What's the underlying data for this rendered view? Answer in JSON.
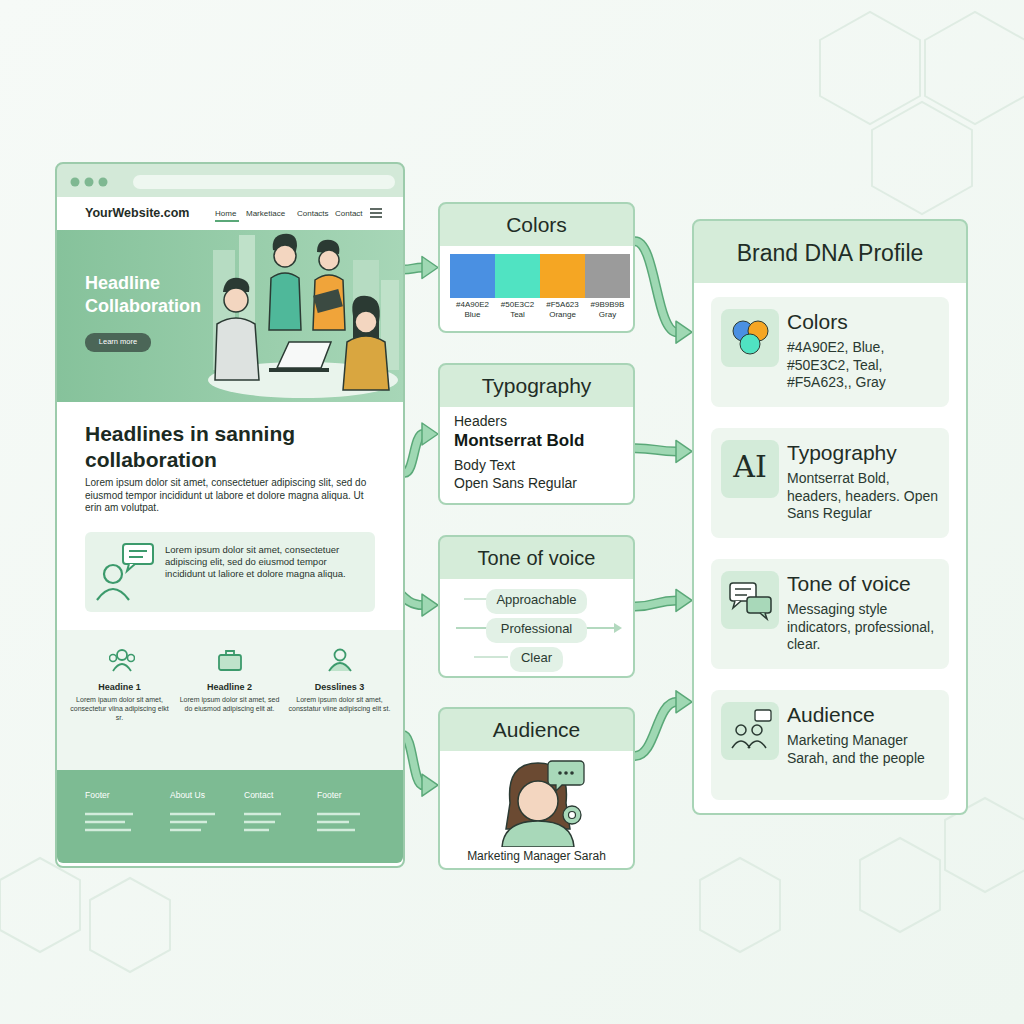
{
  "diagram": {
    "nodes": [
      {
        "text": [
          "YourWebsite.com",
          "Home",
          "Marketiace",
          "Contacts",
          "Contact",
          "Headlines in sanning collaboration",
          "Lorem ipsum dolor sit amet, consectetuer adipiscing slit, sed do eiusmod tempor incididunt ut labore et dolore magna aliqua. Ut erin am volutpat."
        ]
      },
      {
        "text": [
          "Headline Collaboration"
        ],
        "in": 0
      },
      {
        "text": [
          "Learn more"
        ],
        "in": 1
      },
      {
        "text": [
          "Lorem ipsum dolor sit amet, consectetuer adipiscing elit, sed do eiusmod tempor incididunt ut laliore et dolore magna aliqua."
        ],
        "in": 0
      },
      {
        "text": [
          "Headine 1",
          "Lorem ipaum dolor sit amet, consectetur viina adipiscing elkt sr.",
          "Headline 2",
          "Lorem ipsum dolor sit amet, sed do eiusmod adipiscing elit at.",
          "Desslines 3",
          "Lorem ipsum dolor sit amet, consstatur viine adipiscing elit st."
        ],
        "in": 0
      },
      {
        "text": [
          "Footer",
          "About Us",
          "Contact",
          "Footer"
        ],
        "in": 0
      },
      {
        "text": [
          "Colors",
          "#4A90E2 Blue",
          "#50E3C2 Teal",
          "#F5A623 Orange",
          "#9B9B9B Gray"
        ]
      },
      {
        "text": [
          "Typography",
          "Headers",
          "Montserrat Bold",
          "Body Text",
          "Open Sans Regular"
        ]
      },
      {
        "text": [
          "Tone of voice"
        ]
      },
      {
        "text": [
          "Approachable"
        ],
        "in": 8
      },
      {
        "text": [
          "Professional"
        ],
        "in": 8
      },
      {
        "text": [
          "Clear"
        ],
        "in": 8
      },
      {
        "text": [
          "Audience",
          "Marketing Manager Sarah"
        ]
      },
      {
        "text": [
          "Brand DNA Profile"
        ]
      },
      {
        "text": [
          "Colors",
          "#4A90E2, Blue, #50E3C2, Teal, #F5A623,, Gray"
        ],
        "in": 13
      },
      {
        "text": [
          "AI",
          "Typography",
          "Montserrat Bold, headers, headers. Open Sans Regular"
        ],
        "in": 13
      },
      {
        "text": [
          "Tone of voice",
          "Messaging style indicators, professional, clear."
        ],
        "in": 13
      },
      {
        "text": [
          "Audience",
          "Marketing Manager Sarah, and the people"
        ],
        "in": 13
      }
    ],
    "edges": [
      {
        "from": 1,
        "to": 6,
        "arrow": "to"
      },
      {
        "from": 0,
        "to": 7,
        "arrow": "to"
      },
      {
        "from": 3,
        "to": 8,
        "arrow": "to"
      },
      {
        "from": 4,
        "to": 12,
        "arrow": "to"
      },
      {
        "from": 6,
        "to": 13,
        "arrow": "to"
      },
      {
        "from": 7,
        "to": 13,
        "arrow": "to"
      },
      {
        "from": 8,
        "to": 13,
        "arrow": "to"
      },
      {
        "from": 12,
        "to": 13,
        "arrow": "to"
      }
    ]
  }
}
